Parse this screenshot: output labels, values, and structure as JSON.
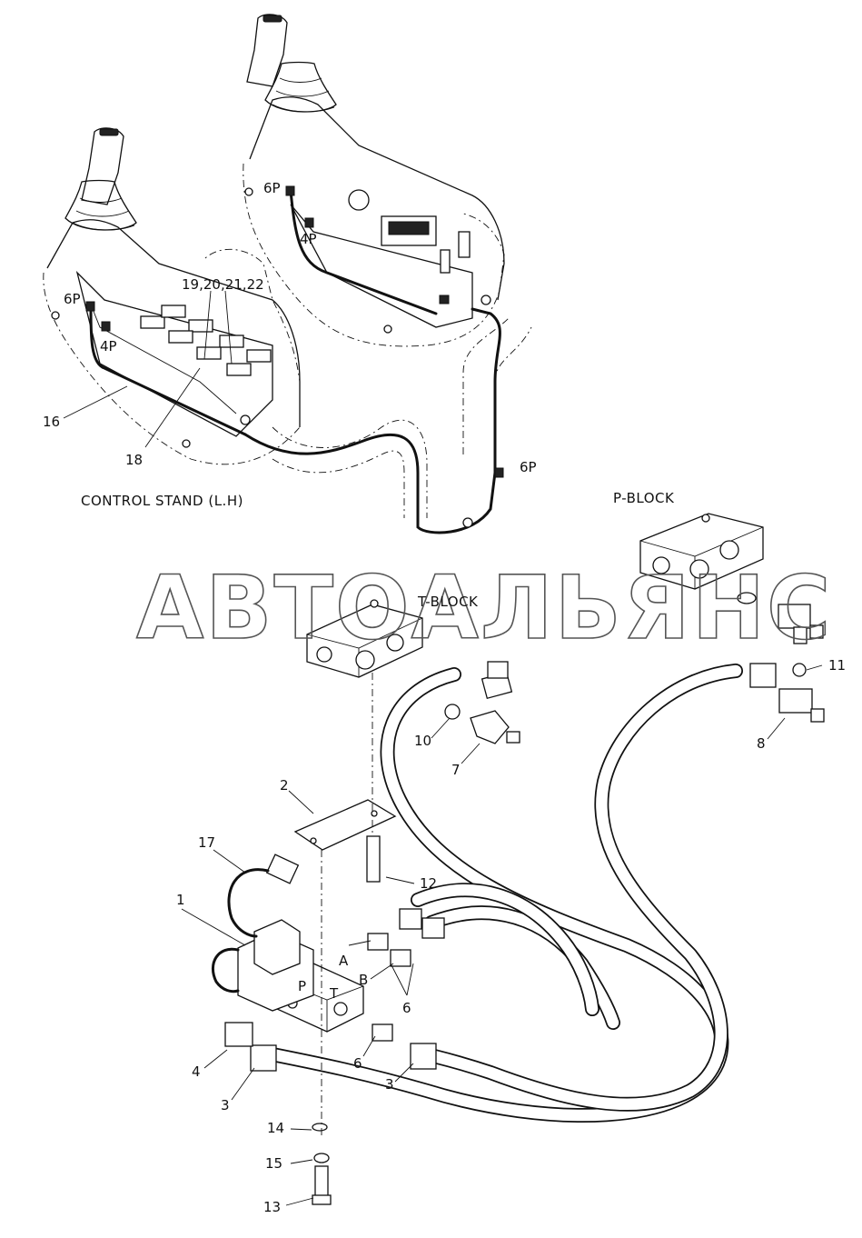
{
  "watermark": "АВТОАЛЬЯНС",
  "titles": {
    "control_stand": "CONTROL STAND (L.H)",
    "p_block": "P-BLOCK",
    "t_block": "T-BLOCK"
  },
  "connectors": [
    "6P",
    "4P",
    "6P",
    "4P",
    "6P"
  ],
  "callouts": [
    "19,20,21,22",
    "16",
    "18",
    "10",
    "7",
    "11",
    "8",
    "2",
    "17",
    "12",
    "1",
    "A",
    "B",
    "P",
    "T",
    "6",
    "4",
    "6",
    "3",
    "3",
    "14",
    "15",
    "13"
  ]
}
